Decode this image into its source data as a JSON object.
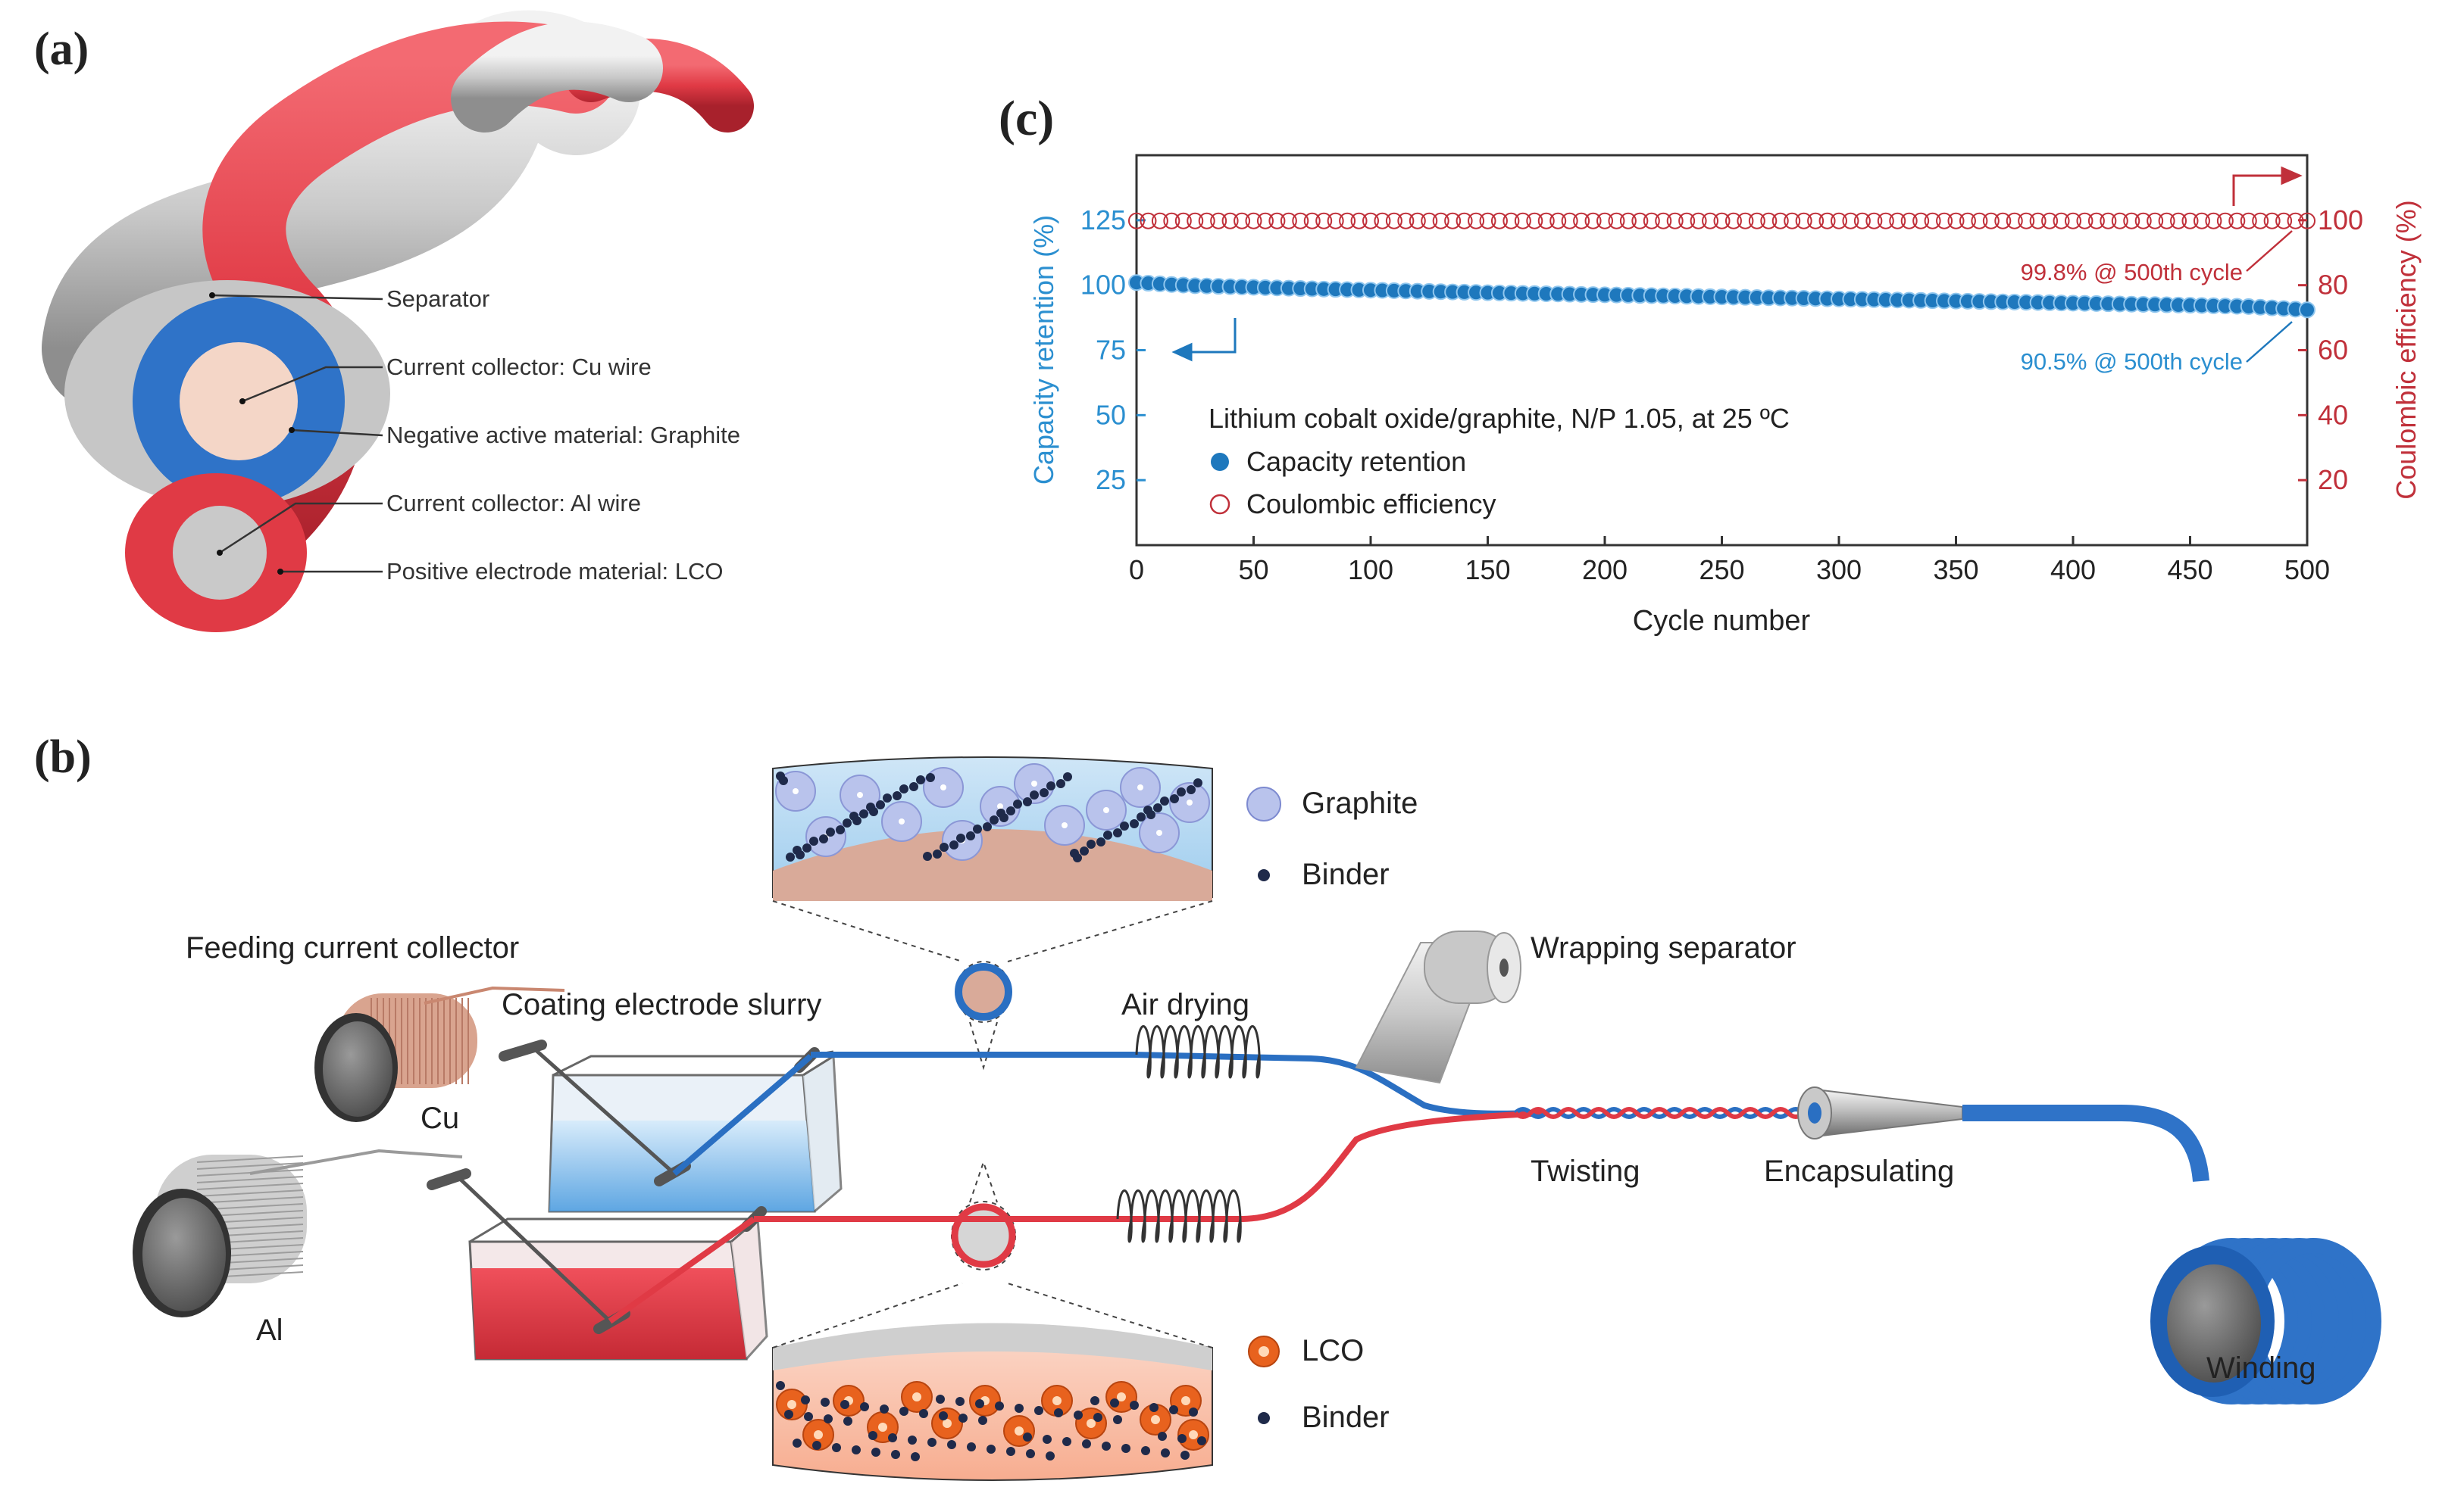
{
  "panel_a": {
    "letter": "(a)",
    "labels": [
      "Separator",
      "Current collector: Cu wire",
      "Negative active material: Graphite",
      "Current collector: Al wire",
      "Positive electrode material: LCO"
    ]
  },
  "panel_b": {
    "letter": "(b)",
    "labels": {
      "feeding": "Feeding current collector",
      "coating": "Coating electrode slurry",
      "air_drying": "Air drying",
      "wrapping": "Wrapping separator",
      "twisting": "Twisting",
      "encapsulating": "Encapsulating",
      "winding": "Winding",
      "cu": "Cu",
      "al": "Al"
    },
    "legend_top": [
      "Graphite",
      "Binder"
    ],
    "legend_bottom": [
      "LCO",
      "Binder"
    ],
    "colors": {
      "red": "#e03a45",
      "blue": "#2a6fc2",
      "graphite": "#b9c3ec",
      "lco": "#e8621e",
      "binder": "#1f2a4a"
    }
  },
  "panel_c": {
    "letter": "(c)",
    "colors": {
      "left_axis": "#2b8fd0",
      "right_axis": "#c0303a",
      "point_blue": "#1e78bd"
    },
    "chart_data": {
      "type": "scatter",
      "xlabel": "Cycle number",
      "ylabel_left": "Capacity retention (%)",
      "ylabel_right": "Coulombic efficiency (%)",
      "xlim": [
        0,
        500
      ],
      "ylim_left": [
        0,
        150
      ],
      "ylim_right": [
        0,
        120
      ],
      "x_ticks": [
        0,
        50,
        100,
        150,
        200,
        250,
        300,
        350,
        400,
        450,
        500
      ],
      "y_ticks_left": [
        25,
        50,
        75,
        100,
        125
      ],
      "y_ticks_right": [
        20,
        40,
        60,
        80,
        100
      ],
      "legend_title": "Lithium cobalt oxide/graphite, N/P 1.05, at 25 ºC",
      "series": [
        {
          "name": "Capacity retention",
          "axis": "left",
          "marker": "filled-circle",
          "x": [
            0,
            25,
            50,
            75,
            100,
            125,
            150,
            175,
            200,
            225,
            250,
            275,
            300,
            325,
            350,
            375,
            400,
            425,
            450,
            475,
            500
          ],
          "y": [
            101,
            99.8,
            99.2,
            98.6,
            98.1,
            97.6,
            97.1,
            96.7,
            96.3,
            95.9,
            95.5,
            95.1,
            94.7,
            94.3,
            93.9,
            93.5,
            93.1,
            92.7,
            92.3,
            91.8,
            90.5
          ]
        },
        {
          "name": "Coulombic efficiency",
          "axis": "right",
          "marker": "open-circle",
          "x": [
            0,
            500
          ],
          "y": [
            99.8,
            99.8
          ]
        }
      ],
      "annotations": [
        "99.8% @ 500th cycle",
        "90.5% @ 500th cycle"
      ]
    }
  }
}
